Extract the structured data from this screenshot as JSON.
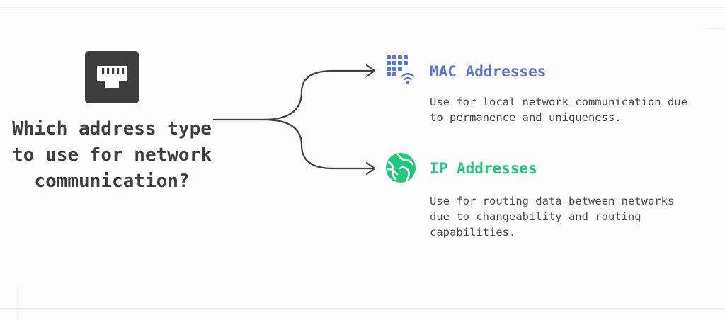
{
  "question": {
    "text": "Which address type to use for network communication?",
    "icon": "ethernet-port-icon"
  },
  "options": [
    {
      "title": "MAC Addresses",
      "description": "Use for local network communication due to permanence and uniqueness.",
      "icon": "wifi-grid-icon",
      "color": "#5b76d9"
    },
    {
      "title": "IP Addresses",
      "description": "Use for routing data between networks due to changeability and routing capabilities.",
      "icon": "globe-icon",
      "color": "#1ec97a"
    }
  ],
  "colors": {
    "text": "#3f3f3f",
    "connector": "#3f3f3f",
    "background": "#fdfdfd"
  }
}
